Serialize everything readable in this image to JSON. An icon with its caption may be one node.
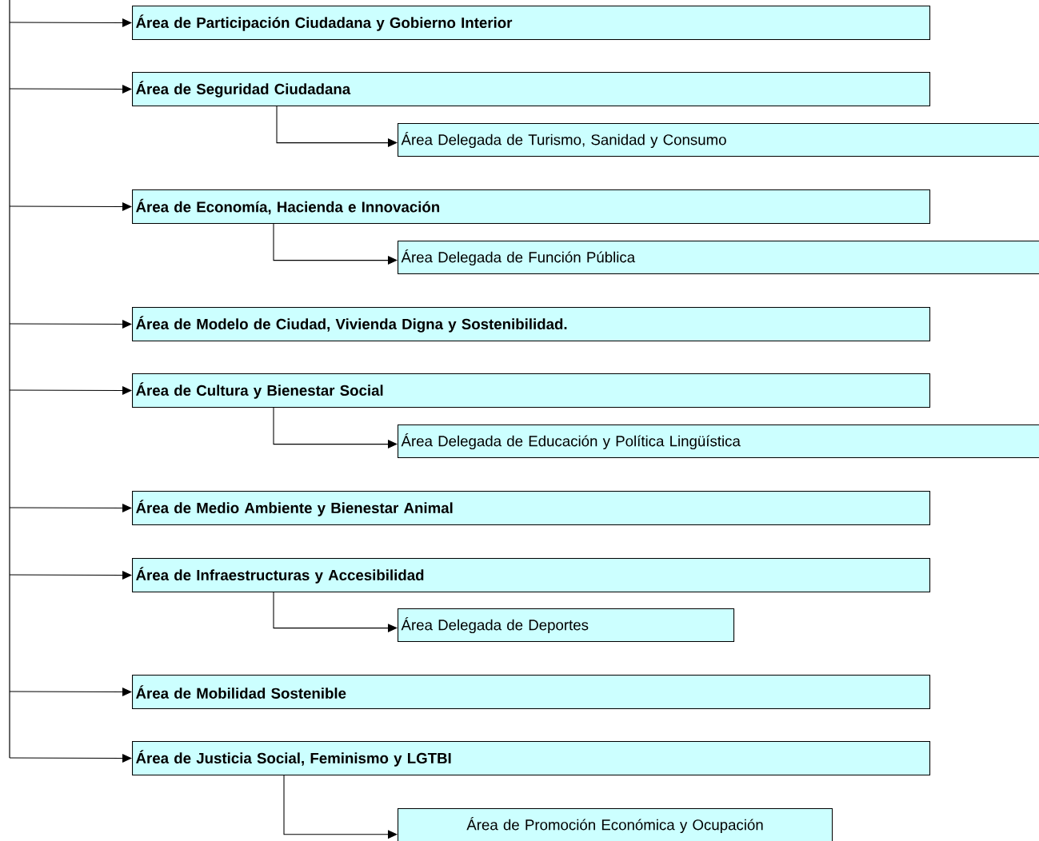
{
  "diagram": {
    "nodes": [
      {
        "text": [
          "Área de Participación Ciudadana y Gobierno Interior"
        ]
      },
      {
        "text": [
          "Área de Seguridad Ciudadana"
        ]
      },
      {
        "text": [
          "Área Delegada de Turismo, Sanidad y Consumo"
        ]
      },
      {
        "text": [
          "Área de Economía, Hacienda e Innovación"
        ]
      },
      {
        "text": [
          "Área Delegada de Función Pública"
        ]
      },
      {
        "text": [
          "Área de Modelo de Ciudad, Vivienda Digna y Sostenibilidad."
        ]
      },
      {
        "text": [
          "Área de Cultura y Bienestar Social"
        ]
      },
      {
        "text": [
          "Área Delegada de Educación y Política Lingüística"
        ]
      },
      {
        "text": [
          "Área de Medio Ambiente y Bienestar Animal"
        ]
      },
      {
        "text": [
          "Área de Infraestructuras y Accesibilidad"
        ]
      },
      {
        "text": [
          "Área Delegada de Deportes"
        ]
      },
      {
        "text": [
          "Área de Mobilidad Sostenible"
        ]
      },
      {
        "text": [
          "Área de Justicia Social, Feminismo y LGTBI"
        ]
      },
      {
        "text": [
          "Área de Promoción Económica y Ocupación"
        ]
      }
    ],
    "edges": [
      {
        "from": null,
        "to": 0,
        "arrow": "to"
      },
      {
        "from": null,
        "to": 1,
        "arrow": "to"
      },
      {
        "from": 1,
        "to": 2,
        "arrow": "to"
      },
      {
        "from": null,
        "to": 3,
        "arrow": "to"
      },
      {
        "from": 3,
        "to": 4,
        "arrow": "to"
      },
      {
        "from": null,
        "to": 5,
        "arrow": "to"
      },
      {
        "from": null,
        "to": 6,
        "arrow": "to"
      },
      {
        "from": 6,
        "to": 7,
        "arrow": "to"
      },
      {
        "from": null,
        "to": 8,
        "arrow": "to"
      },
      {
        "from": null,
        "to": 9,
        "arrow": "to"
      },
      {
        "from": 9,
        "to": 10,
        "arrow": "to"
      },
      {
        "from": null,
        "to": 11,
        "arrow": "to"
      },
      {
        "from": null,
        "to": 12,
        "arrow": "to"
      },
      {
        "from": 12,
        "to": 13,
        "arrow": "to"
      }
    ]
  }
}
